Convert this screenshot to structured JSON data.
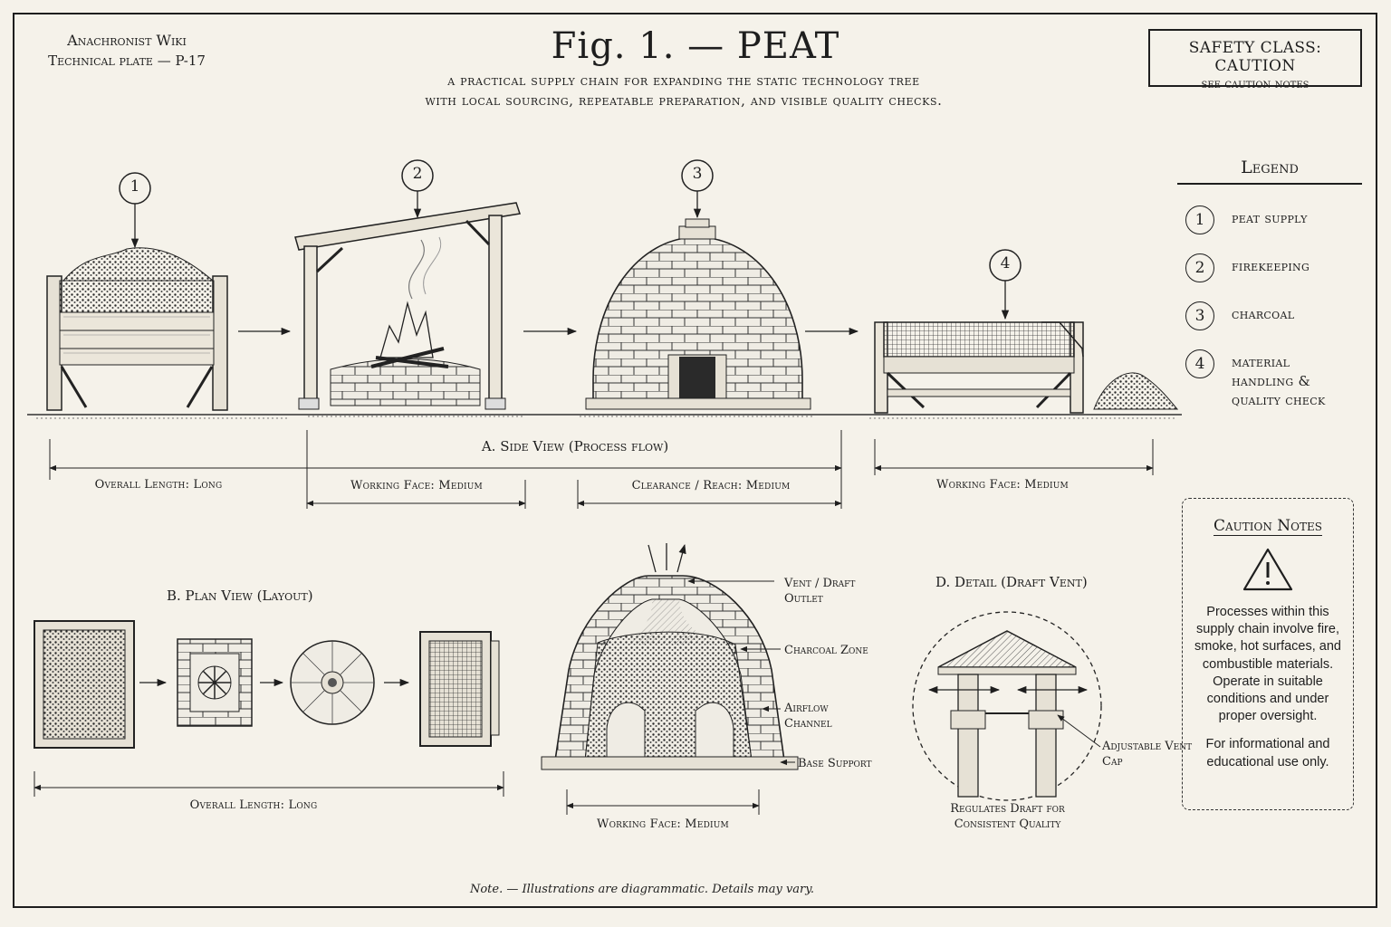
{
  "header": {
    "wiki": "Anachronist Wiki",
    "plate": "Technical plate — P-17",
    "title": "Fig. 1. — PEAT",
    "subtitle_line1": "a practical supply chain for expanding the static technology tree",
    "subtitle_line2": "with local sourcing, repeatable preparation, and visible quality checks."
  },
  "safety": {
    "class": "SAFETY CLASS: CAUTION",
    "note": "see caution notes"
  },
  "legend": {
    "heading": "Legend",
    "items": [
      {
        "num": "1",
        "label": "peat supply"
      },
      {
        "num": "2",
        "label": "firekeeping"
      },
      {
        "num": "3",
        "label": "charcoal"
      },
      {
        "num": "4",
        "label": "material handling & quality check"
      }
    ]
  },
  "side_view": {
    "label": "A.  Side View (Process flow)",
    "stations": [
      "1",
      "2",
      "3",
      "4"
    ],
    "dims": {
      "overall": "Overall Length: Long",
      "working_face_1": "Working Face: Medium",
      "clearance": "Clearance / Reach: Medium",
      "working_face_2": "Working Face: Medium"
    }
  },
  "plan_view": {
    "label": "B.  Plan View (Layout)",
    "overall": "Overall Length: Long"
  },
  "section": {
    "callouts": {
      "vent": "Vent / Draft Outlet",
      "charcoal": "Charcoal Zone",
      "airflow": "Airflow Channel",
      "base": "Base Support"
    },
    "working_face": "Working Face: Medium"
  },
  "detail": {
    "label": "D.  Detail (Draft Vent)",
    "cap": "Adjustable Vent Cap",
    "caption": "Regulates Draft for Consistent Quality"
  },
  "caution": {
    "heading": "Caution Notes",
    "icon": "warning-triangle-icon",
    "body": "Processes within this supply chain involve fire, smoke, hot surfaces, and combustible materials. Operate in suitable conditions and under proper oversight.",
    "footer": "For informational and educational use only."
  },
  "footer_note": "Note. — Illustrations are diagrammatic.  Details may vary."
}
